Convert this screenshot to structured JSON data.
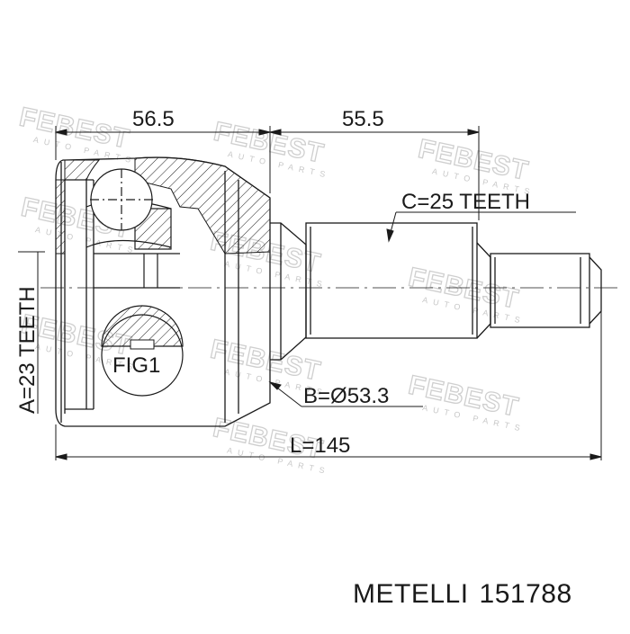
{
  "diagram": {
    "dim_left": "56.5",
    "dim_right": "55.5",
    "teeth_c": "C=25 TEETH",
    "teeth_a": "A=23 TEETH",
    "diameter_b": "B=Ø53.3",
    "length": "L=145",
    "fig_label": "FIG1"
  },
  "watermark": {
    "brand": "FEBEST",
    "sub": "AUTO PARTS"
  },
  "footer": {
    "brand": "METELLI",
    "part_number": "151788"
  }
}
